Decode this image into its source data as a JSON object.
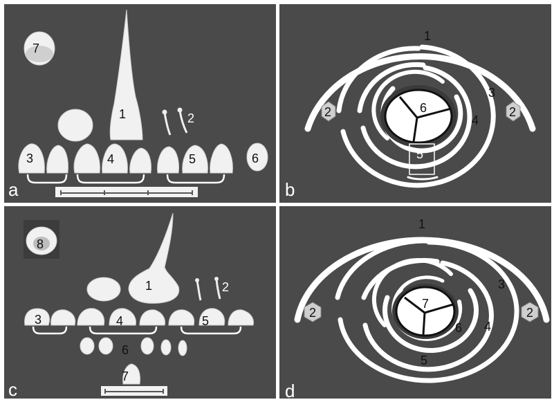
{
  "panels": {
    "a": {
      "letter": "a",
      "labels": {
        "l1": "1",
        "l2": "2",
        "l3": "3",
        "l4": "4",
        "l5": "5",
        "l6": "6",
        "l7": "7"
      }
    },
    "b": {
      "letter": "b",
      "labels": {
        "l1": "1",
        "l2_left": "2",
        "l2_right": "2",
        "l3": "3",
        "l4": "4",
        "l5": "5",
        "l6": "6"
      }
    },
    "c": {
      "letter": "c",
      "labels": {
        "l1": "1",
        "l2": "2",
        "l3": "3",
        "l4": "4",
        "l5": "5",
        "l6": "6",
        "l7": "7",
        "l8": "8"
      }
    },
    "d": {
      "letter": "d",
      "labels": {
        "l1": "1",
        "l2_left": "2",
        "l2_right": "2",
        "l3": "3",
        "l4": "4",
        "l5": "5",
        "l6": "6",
        "l7": "7"
      }
    }
  },
  "colors": {
    "panel_bg": "#4a4a4a",
    "organ": "#f2f2f2",
    "diagram_stroke": "#ffffff"
  }
}
